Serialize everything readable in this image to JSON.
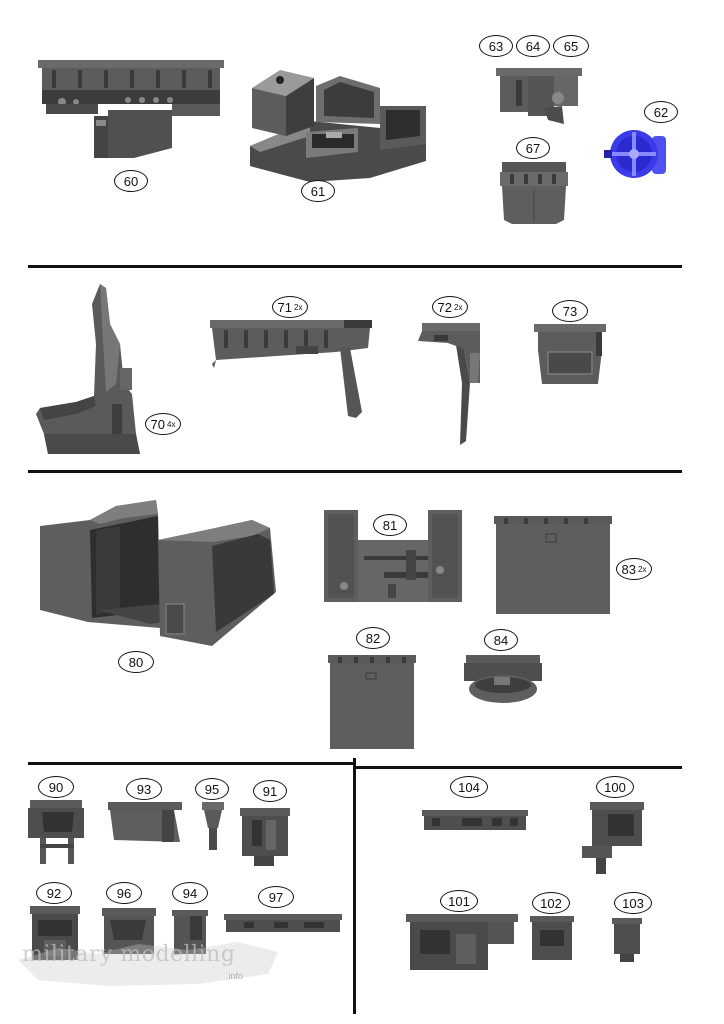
{
  "parts": {
    "p60": {
      "num": "60"
    },
    "p61": {
      "num": "61"
    },
    "p62": {
      "num": "62"
    },
    "p63": {
      "num": "63"
    },
    "p64": {
      "num": "64"
    },
    "p65": {
      "num": "65"
    },
    "p67": {
      "num": "67"
    },
    "p70": {
      "num": "70",
      "qty": "4x"
    },
    "p71": {
      "num": "71",
      "qty": "2x"
    },
    "p72": {
      "num": "72",
      "qty": "2x"
    },
    "p73": {
      "num": "73"
    },
    "p80": {
      "num": "80"
    },
    "p81": {
      "num": "81"
    },
    "p82": {
      "num": "82"
    },
    "p83": {
      "num": "83",
      "qty": "2x"
    },
    "p84": {
      "num": "84"
    },
    "p90": {
      "num": "90"
    },
    "p91": {
      "num": "91"
    },
    "p92": {
      "num": "92"
    },
    "p93": {
      "num": "93"
    },
    "p94": {
      "num": "94"
    },
    "p95": {
      "num": "95"
    },
    "p96": {
      "num": "96"
    },
    "p97": {
      "num": "97"
    },
    "p100": {
      "num": "100"
    },
    "p101": {
      "num": "101"
    },
    "p102": {
      "num": "102"
    },
    "p103": {
      "num": "103"
    },
    "p104": {
      "num": "104"
    }
  },
  "watermark": {
    "text": "military modelling",
    "sub": ".info"
  },
  "colors": {
    "part_fill": "#5c5c5c",
    "part_dark": "#2f2f2f",
    "part_light": "#7a7a7a",
    "highlight_part": "#3333ee",
    "line": "#111111"
  }
}
